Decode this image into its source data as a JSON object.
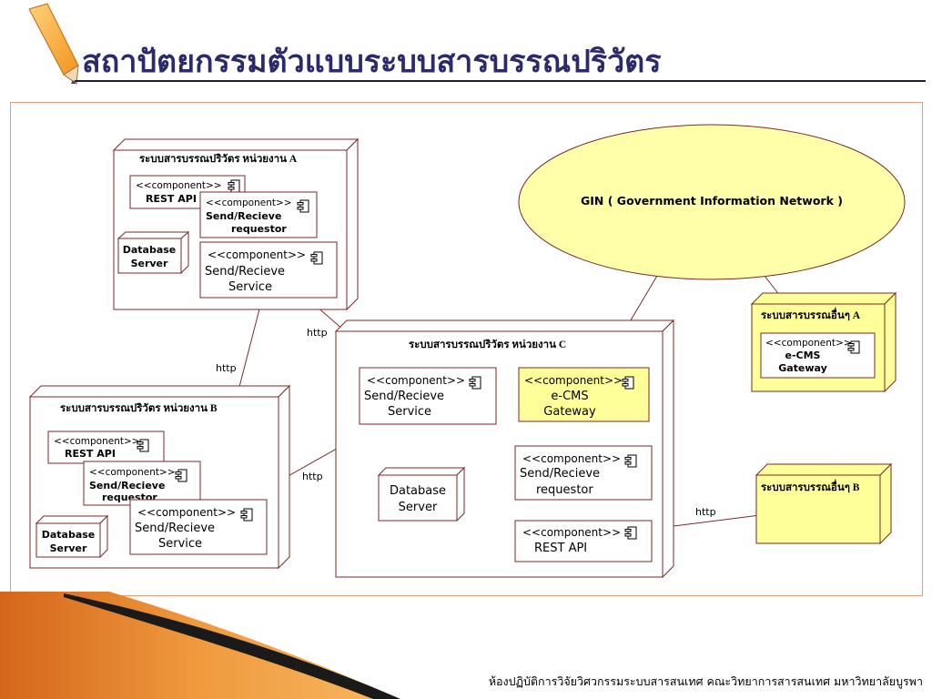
{
  "slide": {
    "title": "สถาปัตยกรรมตัวแบบระบบสารบรรณปริวัตร",
    "footer": "ห้องปฏิบัติการวิจัยวิศวกรรมระบบสารสนเทศ คณะวิทยาการสารสนเทศ มหาวิทยาลัยบูรพา"
  },
  "diagram": {
    "stereotype": "<<component>>",
    "network_label": "GIN ( Government Information Network )",
    "http_label": "http",
    "node_a": {
      "label": "ระบบสารบรรณปริวัตร หน่วยงาน A",
      "rest_api": "REST API",
      "requestor": [
        "Send/Recieve",
        "requestor"
      ],
      "database": [
        "Database",
        "Server"
      ],
      "service": [
        "Send/Recieve",
        "Service"
      ]
    },
    "node_b": {
      "label": "ระบบสารบรรณปริวัตร หน่วยงาน B",
      "rest_api": "REST API",
      "requestor": [
        "Send/Recieve",
        "requestor"
      ],
      "database": [
        "Database",
        "Server"
      ],
      "service": [
        "Send/Recieve",
        "Service"
      ]
    },
    "node_c": {
      "label": "ระบบสารบรรณปริวัตร หน่วยงาน C",
      "service": [
        "Send/Recieve",
        "Service"
      ],
      "gateway": [
        "e-CMS",
        "Gateway"
      ],
      "database": [
        "Database",
        "Server"
      ],
      "requestor": [
        "Send/Recieve",
        "requestor"
      ],
      "rest_api": "REST API"
    },
    "other_a": {
      "label": "ระบบสารบรรณอื่นๆ A",
      "gateway": [
        "e-CMS",
        "Gateway"
      ]
    },
    "other_b": {
      "label": "ระบบสารบรรณอื่นๆ B"
    }
  },
  "colors": {
    "title_text": "#2b2b6b",
    "node_border": "#7a2a2a",
    "yellow_fill": "#ffff99",
    "gateway_fill": "#ffff99",
    "network_fill": "#ffffaa",
    "accent_orange": "#e87a1e"
  }
}
